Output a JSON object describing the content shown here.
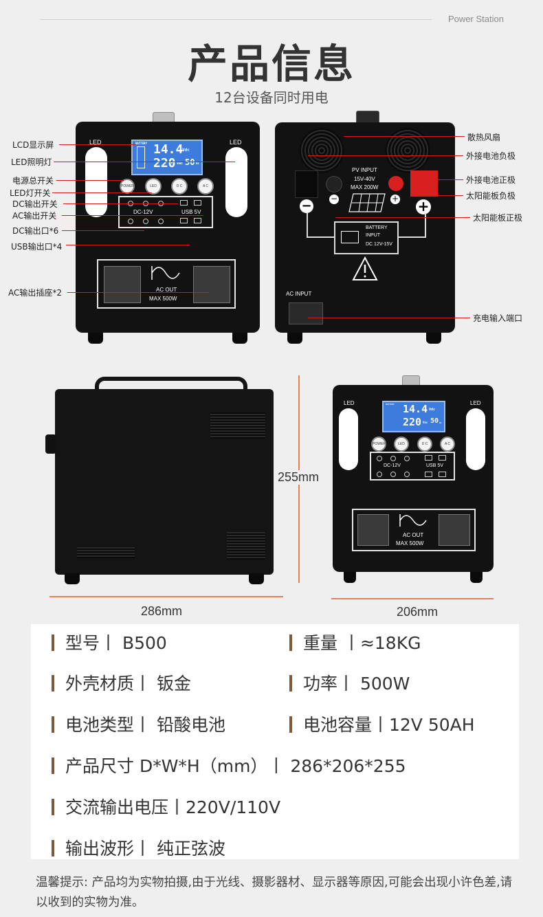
{
  "brand": "Power Station",
  "title": "产品信息",
  "subtitle": "12台设备同时用电",
  "front_callouts": [
    "LCD显示屏",
    "LED照明灯",
    "电源总开关",
    "LED灯开关",
    "DC输出开关",
    "AC输出开关",
    "DC输出口*6",
    "USB输出口*4",
    "AC输出插座*2"
  ],
  "back_callouts": [
    "散热风扇",
    "外接电池负极",
    "外接电池正极",
    "太阳能板负极",
    "太阳能板正极",
    "充电输入端口"
  ],
  "device": {
    "led": "LED",
    "lcd_line1": "14.4",
    "lcd_unit1": "Vdc",
    "lcd_line2": "220",
    "lcd_unit2": "Vac",
    "lcd_hz": "50",
    "lcd_hz_unit": "Hz",
    "lcd_battery": "BATTERY",
    "buttons": [
      "POWER",
      "LED",
      "D C",
      "A C"
    ],
    "dc_label": "DC-12V",
    "usb_label": "USB  5V",
    "ac_out": "AC  OUT",
    "ac_max": "MAX  500W"
  },
  "back": {
    "pv_input": "PV  INPUT",
    "pv_range": "15V-40V",
    "pv_max": "MAX  200W",
    "battery_input": "BATTERY",
    "battery_input2": "INPUT",
    "battery_range": "DC  12V-15V",
    "ac_input": "AC  INPUT",
    "minus": "−",
    "plus": "+"
  },
  "dimensions": {
    "height": "255mm",
    "depth": "286mm",
    "width": "206mm"
  },
  "specs": [
    {
      "label": "型号丨  B500"
    },
    {
      "label": "重量  丨≈18KG"
    },
    {
      "label": "外壳材质丨 钣金"
    },
    {
      "label": "功率丨  500W"
    },
    {
      "label": "电池类型丨 铅酸电池"
    },
    {
      "label": "电池容量丨12V 50AH"
    },
    {
      "label": "产品尺寸 D*W*H（mm）丨 286*206*255"
    },
    {
      "label": "交流输出电压丨220V/110V"
    },
    {
      "label": "输出波形丨 纯正弦波"
    }
  ],
  "note": "温馨提示: 产品均为实物拍摄,由于光线、摄影器材、显示器等原因,可能会出现小许色差,请以收到的实物为准。",
  "colors": {
    "callout_line": "#d7191b",
    "dim_line": "#e6804e",
    "lcd": "#3d7bdc",
    "spec_bar": "#7a5a3a",
    "terminal_red": "#d82020"
  }
}
